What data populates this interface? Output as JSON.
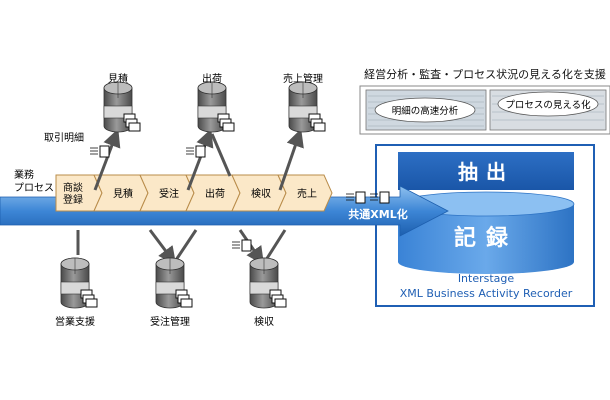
{
  "top_caption": "経営分析・監査・プロセス状況の見える化を支援",
  "screens": {
    "left_label": "明細の高速分析",
    "right_label": "プロセスの見える化"
  },
  "business_process_label": [
    "業務",
    "プロセス"
  ],
  "steps": [
    {
      "lines": [
        "商談",
        "登録"
      ]
    },
    {
      "lines": [
        "見積"
      ]
    },
    {
      "lines": [
        "受注"
      ]
    },
    {
      "lines": [
        "出荷"
      ]
    },
    {
      "lines": [
        "検収"
      ]
    },
    {
      "lines": [
        "売上"
      ]
    }
  ],
  "systems_above": [
    {
      "label": "見積"
    },
    {
      "label": "出荷"
    },
    {
      "label": "売上管理"
    }
  ],
  "systems_below": [
    {
      "label": "営業支援"
    },
    {
      "label": "受注管理"
    },
    {
      "label": "検収"
    }
  ],
  "transaction_detail_label": "取引明細",
  "xml_label": "共通XML化",
  "recorder": {
    "extract_label": "抽出",
    "record_label": "記録",
    "product_line1": "Interstage",
    "product_line2": "XML Business Activity  Recorder"
  },
  "colors": {
    "blue_dark": "#1f5fb4",
    "blue_light": "#4d94e0",
    "step_fill": "#fbe8c8",
    "db_gray": "#666666"
  }
}
